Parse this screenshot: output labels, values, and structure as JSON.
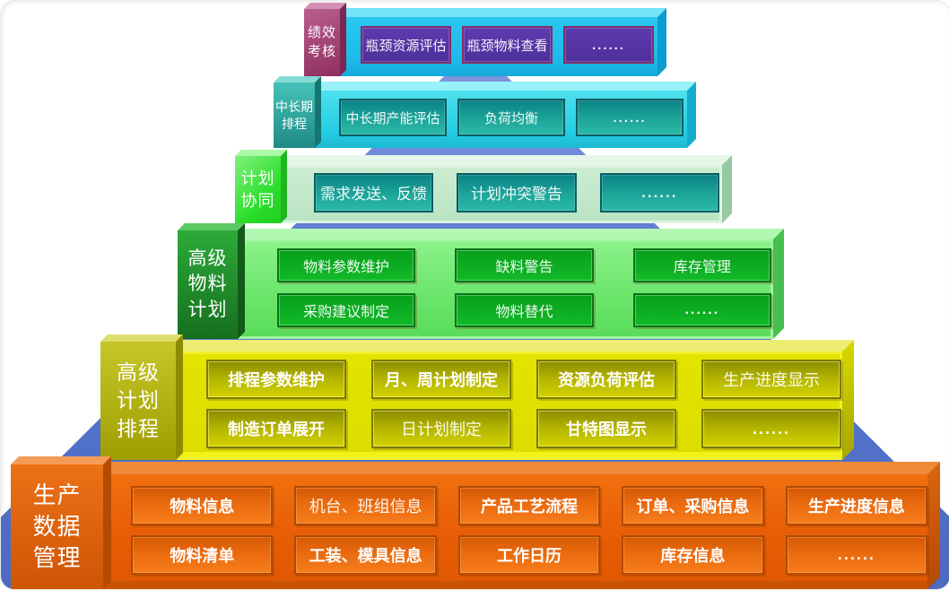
{
  "diagram": {
    "type": "stepped-pyramid",
    "background": {
      "pyramid_color": "#5273CC",
      "page_color": "#FFFFFF"
    },
    "levels": [
      {
        "id": "performance-assessment",
        "label": "绩效\n考核",
        "rows": [
          [
            "瓶颈资源评估",
            "瓶颈物料查看",
            "......"
          ]
        ],
        "colors": {
          "bar": "#1FBEEE",
          "label_box": "#9E3A6A",
          "cell": "#5338A2",
          "cell_border": "#812E66"
        }
      },
      {
        "id": "mid-long-term-scheduling",
        "label": "中长期\n排程",
        "rows": [
          [
            "中长期产能评估",
            "负荷均衡",
            "......"
          ]
        ],
        "colors": {
          "bar": "#2BD2E6",
          "label_box": "#2EA59C",
          "cell": "#17A096",
          "cell_border": "#0A5F62"
        }
      },
      {
        "id": "plan-collaboration",
        "label": "计划\n协同",
        "rows": [
          [
            "需求发送、反馈",
            "计划冲突警告",
            "......"
          ]
        ],
        "colors": {
          "bar": "#BEE6C6",
          "label_box": "#35E035",
          "cell": "#17A096",
          "cell_border": "#0A5F62"
        }
      },
      {
        "id": "advanced-material-planning",
        "label": "高级\n物料\n计划",
        "rows": [
          [
            "物料参数维护",
            "缺料警告",
            "库存管理"
          ],
          [
            "采购建议制定",
            "物料替代",
            "......"
          ]
        ],
        "colors": {
          "bar": "#6FE76F",
          "label_box": "#1E8A28",
          "cell": "#0BAA20",
          "cell_border": "#097516"
        }
      },
      {
        "id": "advanced-planning-scheduling",
        "label": "高级\n计划\n排程",
        "rows": [
          [
            "排程参数维护",
            "月、周计划制定",
            "资源负荷评估",
            "生产进度显示"
          ],
          [
            "制造订单展开",
            "日计划制定",
            "甘特图显示",
            "......"
          ]
        ],
        "colors": {
          "bar": "#DEDE00",
          "label_box": "#ACAC00",
          "cell": "#B0B000",
          "cell_border": "#7C7C00"
        }
      },
      {
        "id": "production-data-management",
        "label": "生产\n数据\n管理",
        "rows": [
          [
            "物料信息",
            "机台、班组信息",
            "产品工艺流程",
            "订单、采购信息",
            "生产进度信息"
          ],
          [
            "物料清单",
            "工装、模具信息",
            "工作日历",
            "库存信息",
            "......"
          ]
        ],
        "colors": {
          "bar": "#EA6208",
          "label_box": "#D85E0C",
          "cell": "#E96A0E",
          "cell_border": "#B04A00"
        }
      }
    ]
  }
}
